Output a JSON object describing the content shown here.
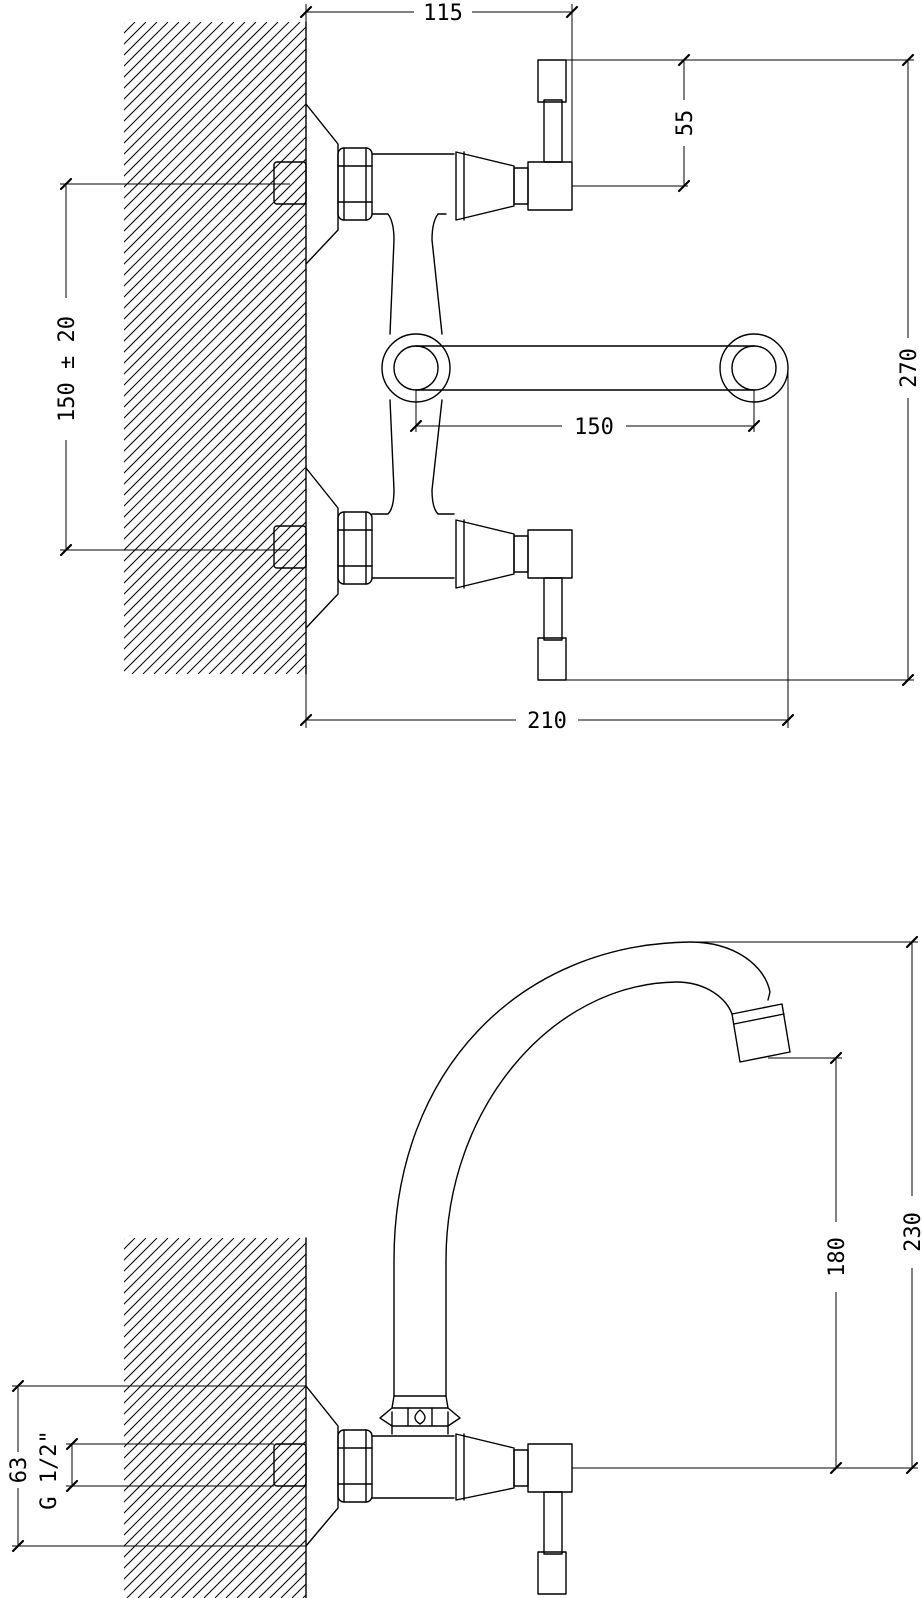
{
  "top_view": {
    "dims": {
      "width_115": "115",
      "height_55": "55",
      "height_270": "270",
      "centers": "150 ± 20",
      "spout_150": "150",
      "width_210": "210"
    }
  },
  "side_view": {
    "dims": {
      "height_180": "180",
      "height_230": "230",
      "wall_63": "63",
      "thread": "G 1/2\""
    }
  },
  "colors": {
    "line": "#000000",
    "background": "#ffffff"
  }
}
